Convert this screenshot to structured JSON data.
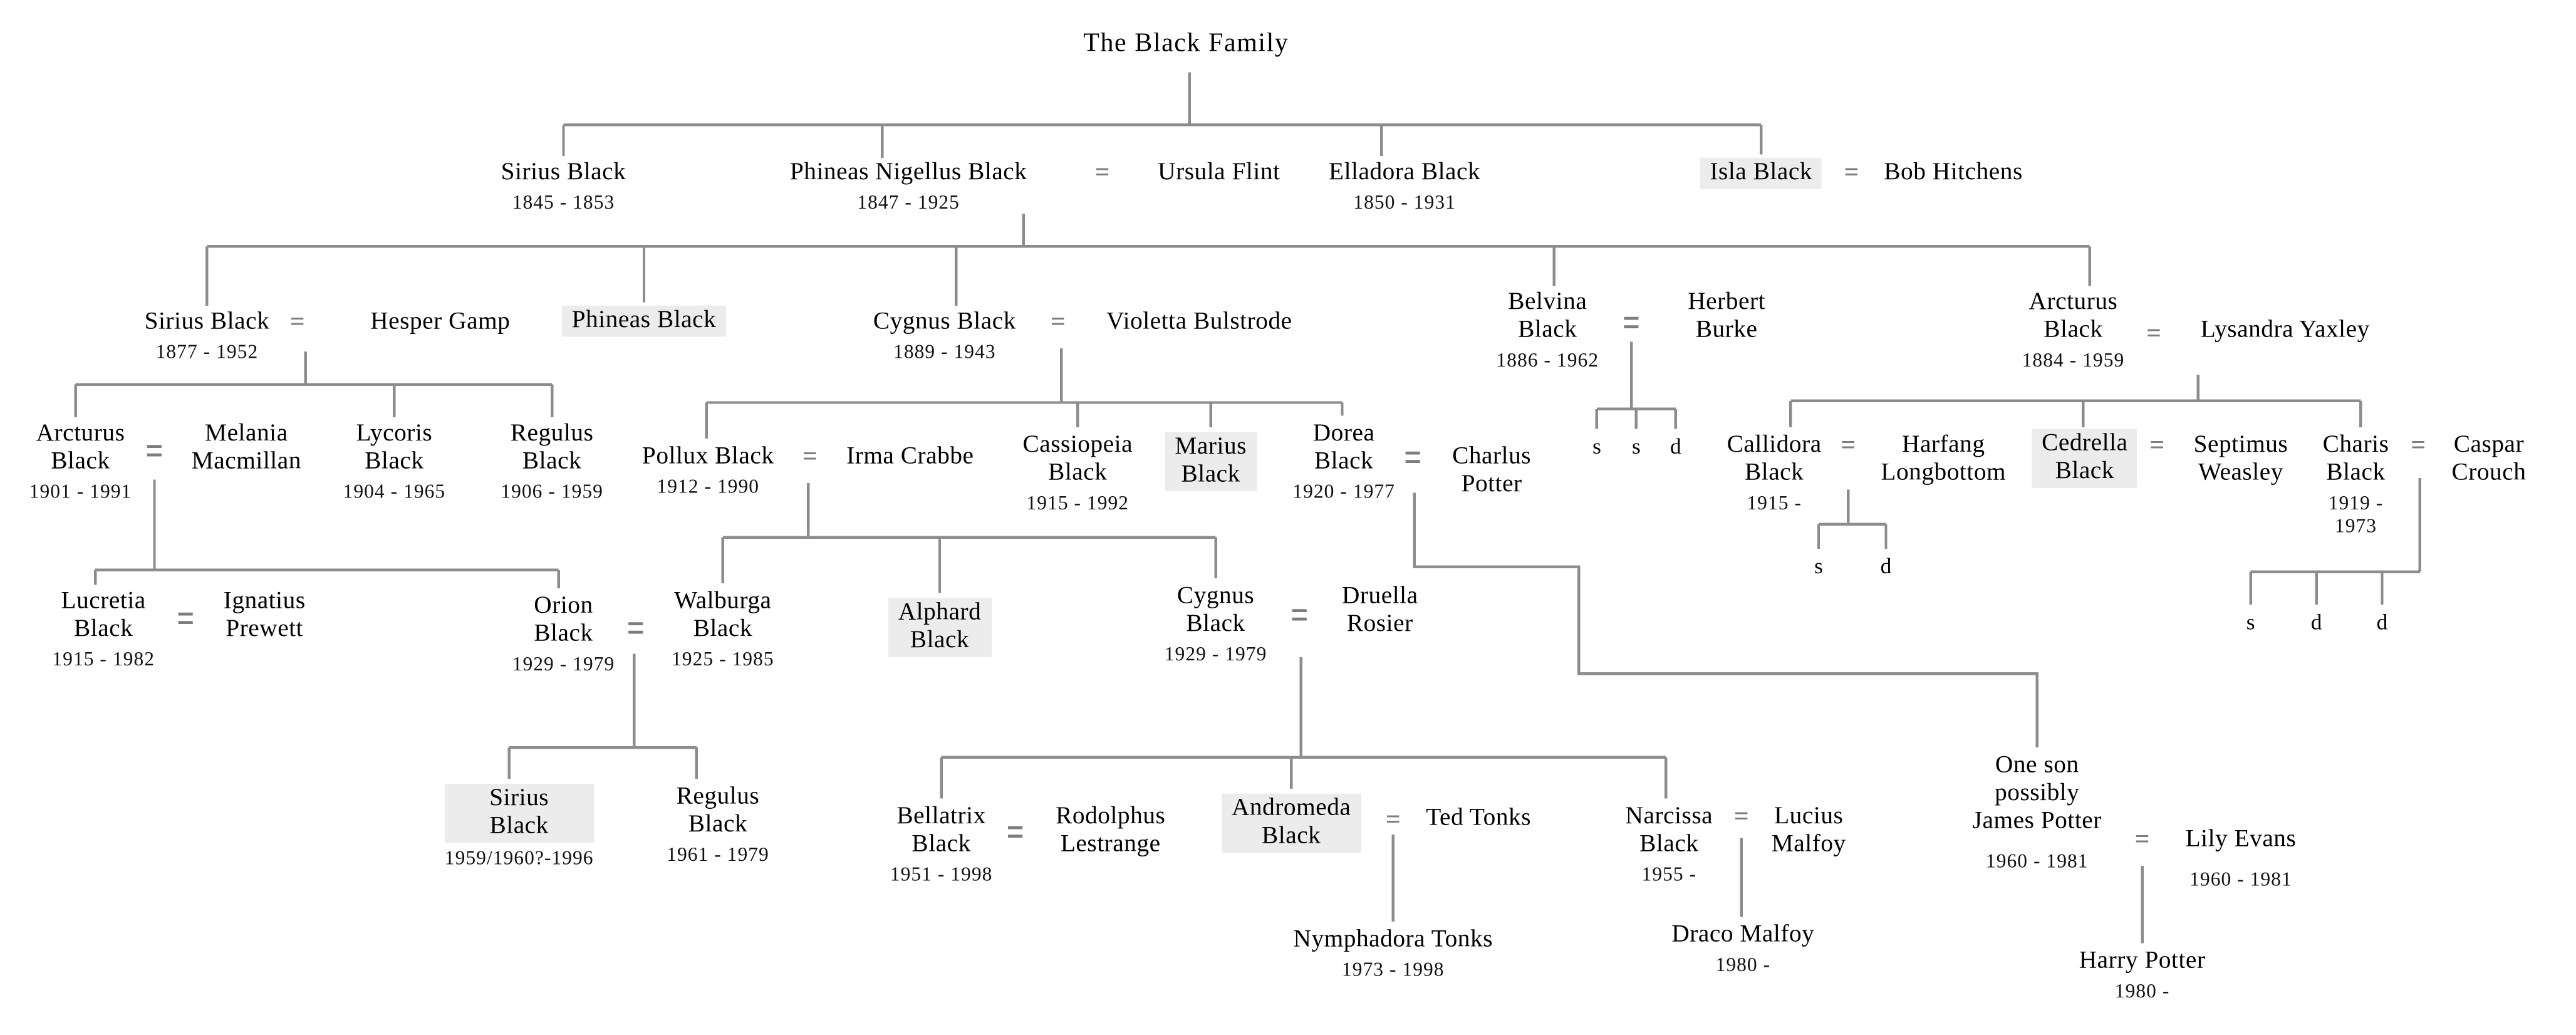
{
  "title": "The Black Family",
  "symbols": {
    "marriage": "="
  },
  "colors": {
    "line": "#8c8c8c",
    "highlight": "#ececec",
    "text": "#000000",
    "background": "#ffffff"
  },
  "people": {
    "sirius_1845": {
      "name": "Sirius Black",
      "dates": "1845 - 1853"
    },
    "phineas_nigellus": {
      "name": "Phineas Nigellus Black",
      "dates": "1847 - 1925"
    },
    "ursula_flint": {
      "name": "Ursula Flint",
      "dates": ""
    },
    "elladora": {
      "name": "Elladora Black",
      "dates": "1850 - 1931"
    },
    "isla": {
      "name": "Isla Black",
      "dates": ""
    },
    "bob_hitchens": {
      "name": "Bob Hitchens",
      "dates": ""
    },
    "sirius_1877": {
      "name": "Sirius Black",
      "dates": "1877 - 1952"
    },
    "hesper_gamp": {
      "name": "Hesper Gamp",
      "dates": ""
    },
    "phineas": {
      "name": "Phineas Black",
      "dates": ""
    },
    "cygnus_1889": {
      "name": "Cygnus Black",
      "dates": "1889 - 1943"
    },
    "violetta": {
      "name": "Violetta Bulstrode",
      "dates": ""
    },
    "belvina": {
      "name": "Belvina\nBlack",
      "dates": "1886 - 1962"
    },
    "herbert": {
      "name": "Herbert\nBurke",
      "dates": ""
    },
    "arcturus_1884": {
      "name": "Arcturus\nBlack",
      "dates": "1884 - 1959"
    },
    "lysandra": {
      "name": "Lysandra Yaxley",
      "dates": ""
    },
    "arcturus_1901": {
      "name": "Arcturus\nBlack",
      "dates": "1901 - 1991"
    },
    "melania": {
      "name": "Melania\nMacmillan",
      "dates": ""
    },
    "lycoris": {
      "name": "Lycoris\nBlack",
      "dates": "1904 - 1965"
    },
    "regulus_1906": {
      "name": "Regulus\nBlack",
      "dates": "1906 - 1959"
    },
    "pollux": {
      "name": "Pollux Black",
      "dates": "1912 - 1990"
    },
    "irma": {
      "name": "Irma Crabbe",
      "dates": ""
    },
    "cassiopeia": {
      "name": "Cassiopeia\nBlack",
      "dates": "1915 - 1992"
    },
    "marius": {
      "name": "Marius\nBlack",
      "dates": ""
    },
    "dorea": {
      "name": "Dorea\nBlack",
      "dates": "1920 - 1977"
    },
    "charlus": {
      "name": "Charlus\nPotter",
      "dates": ""
    },
    "callidora": {
      "name": "Callidora\nBlack",
      "dates": "1915 -"
    },
    "harfang": {
      "name": "Harfang\nLongbottom",
      "dates": ""
    },
    "cedrella": {
      "name": "Cedrella\nBlack",
      "dates": ""
    },
    "septimus": {
      "name": "Septimus\nWeasley",
      "dates": ""
    },
    "charis": {
      "name": "Charis\nBlack",
      "dates": "1919 -\n1973"
    },
    "caspar": {
      "name": "Caspar\nCrouch",
      "dates": ""
    },
    "lucretia": {
      "name": "Lucretia\nBlack",
      "dates": "1915 - 1982"
    },
    "ignatius": {
      "name": "Ignatius\nPrewett",
      "dates": ""
    },
    "orion": {
      "name": "Orion\nBlack",
      "dates": "1929 - 1979"
    },
    "walburga": {
      "name": "Walburga\nBlack",
      "dates": "1925 - 1985"
    },
    "alphard": {
      "name": "Alphard\nBlack",
      "dates": ""
    },
    "cygnus_1929": {
      "name": "Cygnus\nBlack",
      "dates": "1929 - 1979"
    },
    "druella": {
      "name": "Druella\nRosier",
      "dates": ""
    },
    "sirius_1959": {
      "name": "Sirius\nBlack",
      "dates": "1959/1960?-1996"
    },
    "regulus_1961": {
      "name": "Regulus\nBlack",
      "dates": "1961 - 1979"
    },
    "bellatrix": {
      "name": "Bellatrix\nBlack",
      "dates": "1951 - 1998"
    },
    "rodolphus": {
      "name": "Rodolphus\nLestrange",
      "dates": ""
    },
    "andromeda": {
      "name": "Andromeda\nBlack",
      "dates": ""
    },
    "ted_tonks": {
      "name": "Ted Tonks",
      "dates": ""
    },
    "narcissa": {
      "name": "Narcissa\nBlack",
      "dates": "1955 -"
    },
    "lucius": {
      "name": "Lucius\nMalfoy",
      "dates": ""
    },
    "james_potter": {
      "name": "One son\npossibly\nJames Potter",
      "dates": "1960 - 1981"
    },
    "lily_evans": {
      "name": "Lily Evans",
      "dates": "1960 - 1981"
    },
    "nymphadora": {
      "name": "Nymphadora Tonks",
      "dates": "1973 - 1998"
    },
    "draco": {
      "name": "Draco Malfoy",
      "dates": "1980 -"
    },
    "harry": {
      "name": "Harry Potter",
      "dates": "1980 -"
    }
  },
  "children_labels": {
    "belvina_burke": [
      "s",
      "s",
      "d"
    ],
    "callidora_longbottom": [
      "s",
      "d"
    ],
    "charis_crouch": [
      "s",
      "d",
      "d"
    ]
  }
}
